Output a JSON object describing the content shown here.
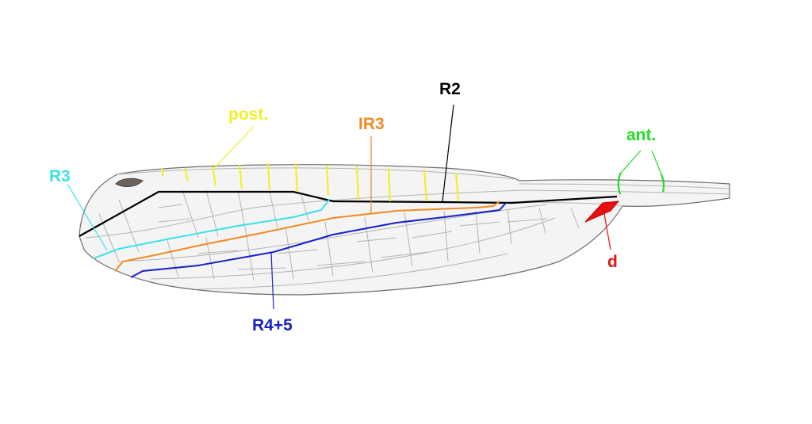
{
  "labels": {
    "r2": "R2",
    "ir3": "IR3",
    "post": "post.",
    "r3": "R3",
    "ant": "ant.",
    "d": "d",
    "r45": "R4+5"
  },
  "colors": {
    "r2": "#000000",
    "ir3": "#f08a24",
    "post": "#f2ee2a",
    "r3": "#3ee0e8",
    "ant": "#22dd22",
    "d": "#e81010",
    "r45": "#1820c8",
    "wing_outline": "#6e6e6e",
    "wing_veins": "#b4b4b4",
    "wing_membrane": "#f4f4f4",
    "pterostigma": "#6b635c"
  }
}
